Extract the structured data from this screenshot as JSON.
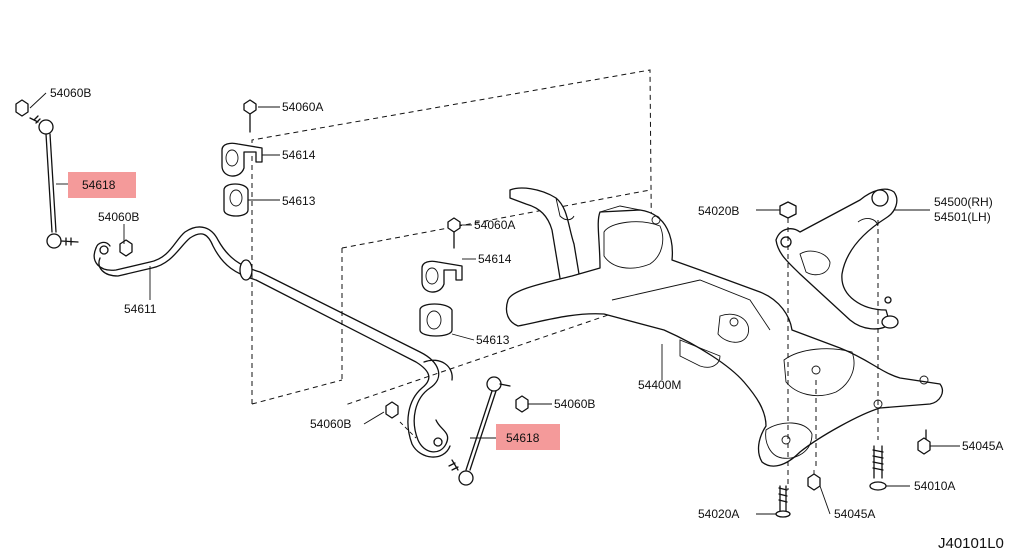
{
  "diagram_code": "J40101L0",
  "highlight_color": "#f49a9a",
  "labels": {
    "p54060B_top": "54060B",
    "p54618_left": "54618",
    "p54060B_mid": "54060B",
    "p54611": "54611",
    "p54060A_top": "54060A",
    "p54614_top": "54614",
    "p54613_top": "54613",
    "p54060A_mid": "54060A",
    "p54614_mid": "54614",
    "p54613_mid": "54613",
    "p54400M": "54400M",
    "p54060B_right": "54060B",
    "p54060B_bottom": "54060B",
    "p54618_right": "54618",
    "p54020B_top": "54020B",
    "p54500": "54500(RH)",
    "p54501": "54501(LH)",
    "p54045A_right": "54045A",
    "p54010A": "54010A",
    "p54045A_bottom": "54045A",
    "p54020A": "54020A"
  }
}
